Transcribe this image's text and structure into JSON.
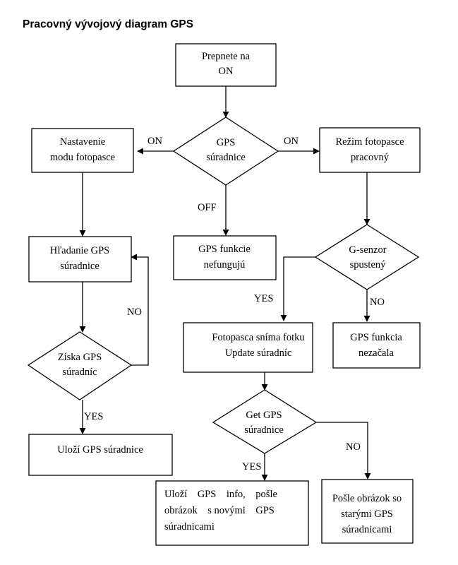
{
  "title": "Pracovný vývojový diagram GPS",
  "nodes": {
    "start": [
      "Prepnete na",
      "ON"
    ],
    "gps_coords": [
      "GPS",
      "súradnice"
    ],
    "camera_mode_set": [
      "Nastavenie",
      "modu fotopasce"
    ],
    "camera_mode_working": [
      "Režim fotopasce",
      "pracovný"
    ],
    "gps_not_working": [
      "GPS funkcie",
      "nefungujú"
    ],
    "searching_gps": [
      "Hľadanie GPS",
      "súradnice"
    ],
    "gsensor": [
      "G-senzor",
      "spustený"
    ],
    "get_gps_left": [
      "Získa GPS",
      "súradníc"
    ],
    "take_photo": [
      "Fotopasca sníma fotku",
      "Update súradníc"
    ],
    "gps_not_started": [
      "GPS funkcia",
      "nezačala"
    ],
    "save_gps": [
      "Uloží GPS súradnice"
    ],
    "get_gps_right": [
      "Get GPS",
      "súradnice"
    ],
    "save_and_send": [
      "Uloží    GPS    info,    pošle",
      "obrázok    s novými    GPS",
      "súradnicami"
    ],
    "send_old": [
      "Pošle obrázok so",
      "starými GPS",
      "súradnicami"
    ]
  },
  "edge_labels": {
    "on_left": "ON",
    "on_right": "ON",
    "off": "OFF",
    "no_search": "NO",
    "yes_gsensor": "YES",
    "no_gsensor": "NO",
    "yes_get_left": "YES",
    "no_get_right": "NO",
    "yes_get_right": "YES"
  }
}
